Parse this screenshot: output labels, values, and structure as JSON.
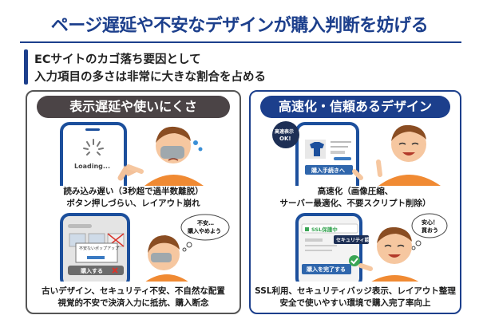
{
  "title": "ページ遅延や不安なデザインが購入判断を妨げる",
  "subtitle": {
    "line1": "ECサイトのカゴ落ち要因として",
    "line2": "入力項目の多さは非常に大きな割合を占める"
  },
  "left": {
    "header": "表示遅延や使いにくさ",
    "loading_text": "Loading...",
    "caption1": {
      "line1": "読み込み遅い（3秒超で過半数離脱）",
      "line2": "ボタン押しづらい、レイアウト崩れ"
    },
    "thought": {
      "line1": "不安…",
      "line2": "購入やめよう"
    },
    "popup_text": "不安ないポップアップ",
    "buy_button": "購入する",
    "caption2": {
      "line1": "古いデザイン、セキュリティ不安、不自然な配置",
      "line2": "視覚的不安で決済入力に抵抗、購入断念"
    }
  },
  "right": {
    "header": "高速化・信頼あるデザイン",
    "badge": {
      "line1": "高速表示",
      "line2": "OK!"
    },
    "checkout_button": "購入手続きへ",
    "caption1": {
      "line1": "高速化（画像圧縮、",
      "line2": "サーバー最適化、不要スクリプト削除）"
    },
    "ssl_label": "SSL保護中",
    "security_tag": "セキュリティ認証",
    "complete_button": "購入を完了する",
    "thought": {
      "line1": "安心！",
      "line2": "買おう"
    },
    "caption2": {
      "line1": "SSL利用、セキュリティバッジ表示、レイアウト整理",
      "line2": "安全で使いやすい環境で購入完了率向上"
    }
  },
  "colors": {
    "brand": "#1c3f8c",
    "left_header": "#4b4446",
    "shirt": "#f08a33",
    "check": "#3aa655",
    "error": "#d9342b"
  }
}
